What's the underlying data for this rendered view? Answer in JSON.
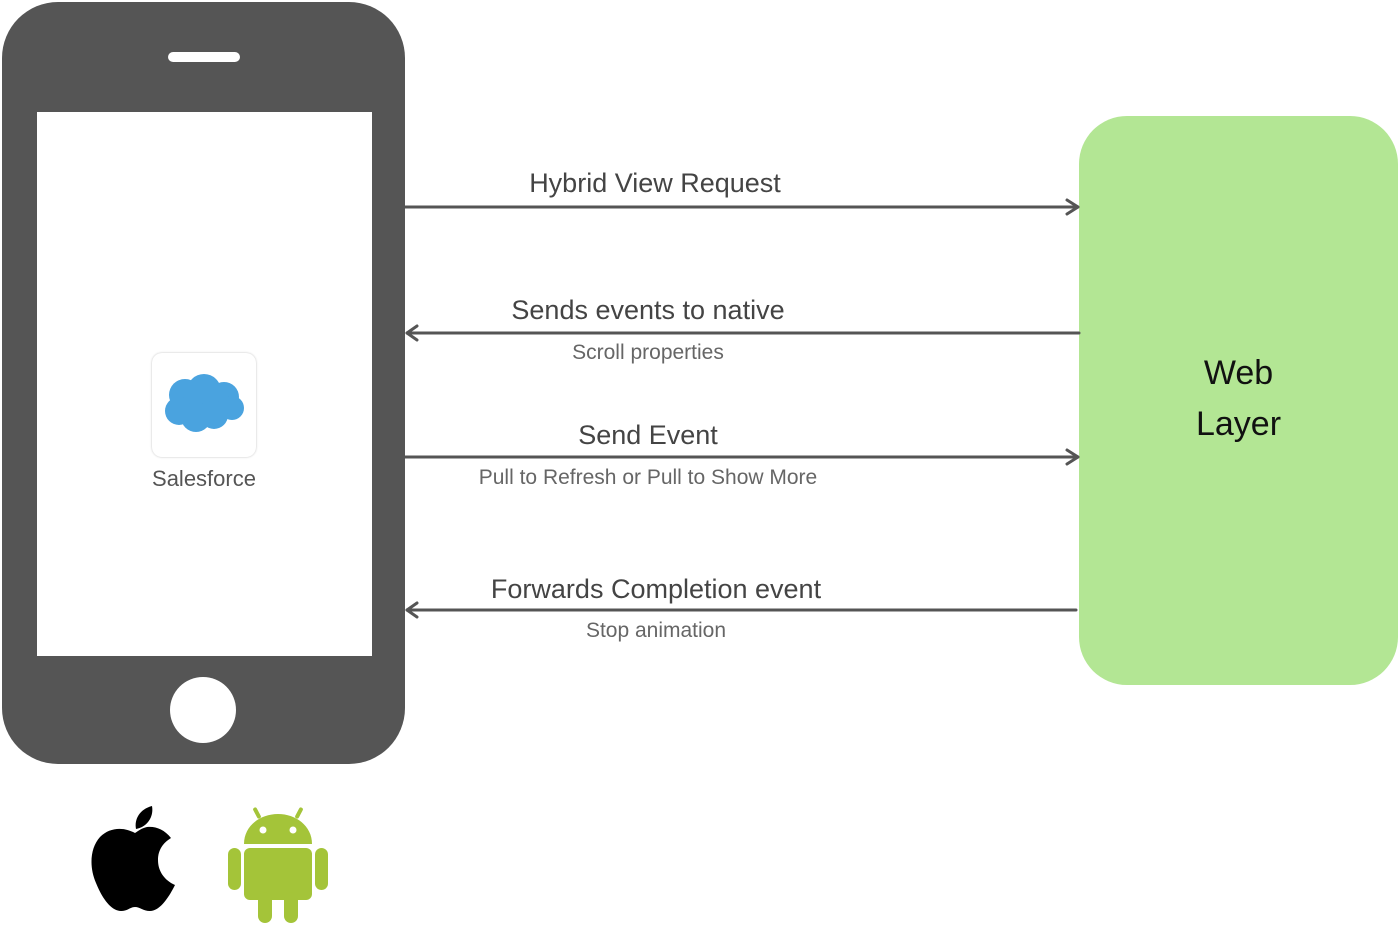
{
  "app": {
    "label": "Salesforce",
    "icon": "salesforce-cloud-icon"
  },
  "web_layer": {
    "line1": "Web",
    "line2": "Layer"
  },
  "messages": [
    {
      "label": "Hybrid View Request",
      "sublabel": "",
      "direction": "to-web"
    },
    {
      "label": "Sends events to native",
      "sublabel": "Scroll properties",
      "direction": "to-native"
    },
    {
      "label": "Send Event",
      "sublabel": "Pull to Refresh or Pull to Show More",
      "direction": "to-web"
    },
    {
      "label": "Forwards Completion event",
      "sublabel": "Stop animation",
      "direction": "to-native"
    }
  ],
  "platform_logos": [
    "apple-logo-icon",
    "android-logo-icon"
  ],
  "colors": {
    "phone": "#555555",
    "web_layer": "#b3e694",
    "arrow": "#555555",
    "cloud": "#4aa3df",
    "android": "#a4c439"
  }
}
